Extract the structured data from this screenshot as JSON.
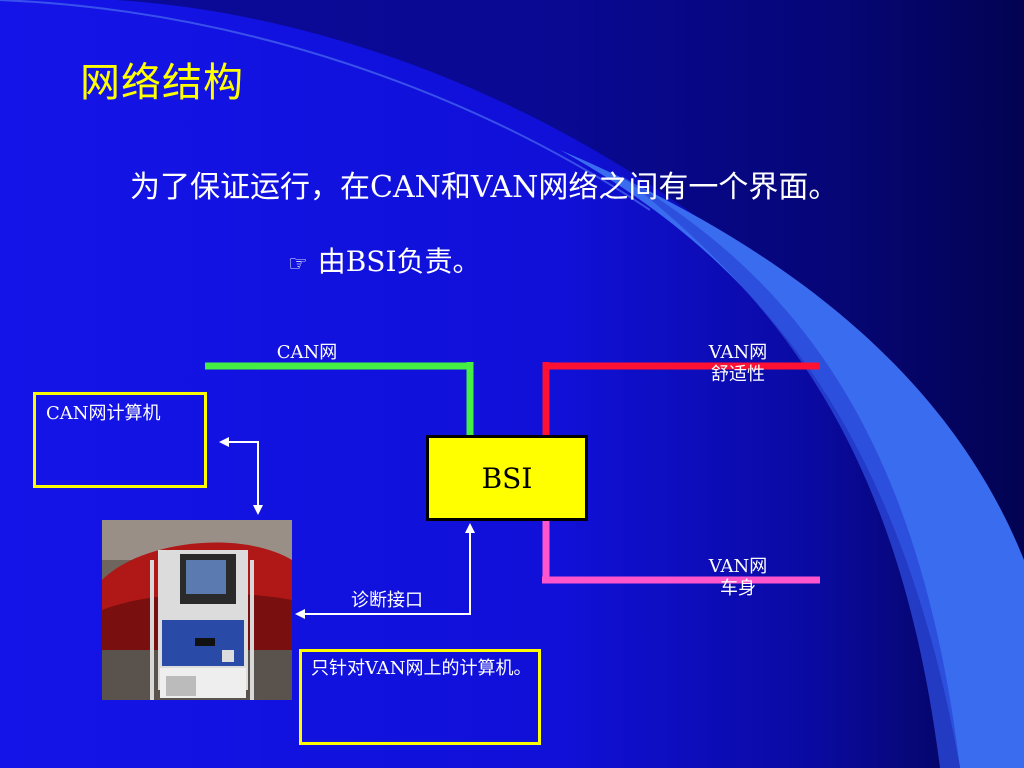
{
  "slide": {
    "title": "网络结构",
    "line1": "为了保证运行，在CAN和VAN网络之间有一个界面。",
    "line2_bullet": "☞",
    "line2": "由BSI负责。"
  },
  "diagram": {
    "can_net_label": "CAN网",
    "van_comfort_label_1": "VAN网",
    "van_comfort_label_2": "舒适性",
    "van_body_label_1": "VAN网",
    "van_body_label_2": "车身",
    "can_computer_label": "CAN网计算机",
    "bsi_label": "BSI",
    "diag_port_label": "诊断接口",
    "van_only_note": "只针对VAN网上的计算机。",
    "colors": {
      "can_line": "#44ee44",
      "van_comfort_line": "#ff1133",
      "van_body_line": "#ff55cc",
      "box_border": "#ffff00",
      "bsi_fill": "#ffff00"
    }
  }
}
